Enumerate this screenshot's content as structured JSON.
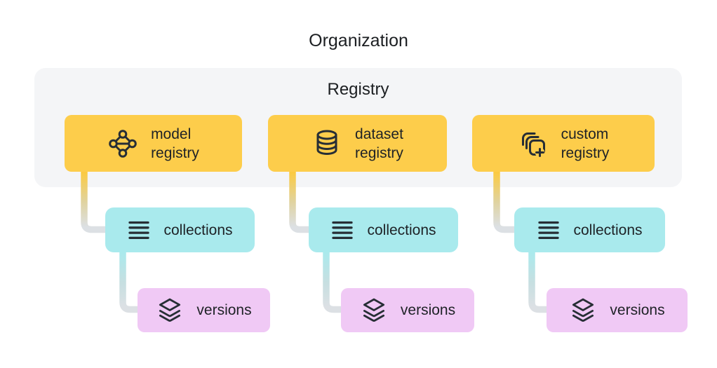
{
  "title": "Organization",
  "panel": {
    "label": "Registry"
  },
  "colors": {
    "background": "#ffffff",
    "panel": "#f4f5f7",
    "registry_box": "#fdcd4b",
    "collections_box": "#a9eaed",
    "versions_box": "#f0c9f5",
    "connector_gray": "#dce0e4",
    "text": "#1e2226"
  },
  "columns": [
    {
      "registry": {
        "icon": "network-icon",
        "lines": [
          "model",
          "registry"
        ]
      },
      "collections": {
        "icon": "list-icon",
        "label": "collections"
      },
      "versions": {
        "icon": "layers-icon",
        "label": "versions"
      }
    },
    {
      "registry": {
        "icon": "database-icon",
        "lines": [
          "dataset",
          "registry"
        ]
      },
      "collections": {
        "icon": "list-icon",
        "label": "collections"
      },
      "versions": {
        "icon": "layers-icon",
        "label": "versions"
      }
    },
    {
      "registry": {
        "icon": "copy-plus-icon",
        "lines": [
          "custom",
          "registry"
        ]
      },
      "collections": {
        "icon": "list-icon",
        "label": "collections"
      },
      "versions": {
        "icon": "layers-icon",
        "label": "versions"
      }
    }
  ]
}
